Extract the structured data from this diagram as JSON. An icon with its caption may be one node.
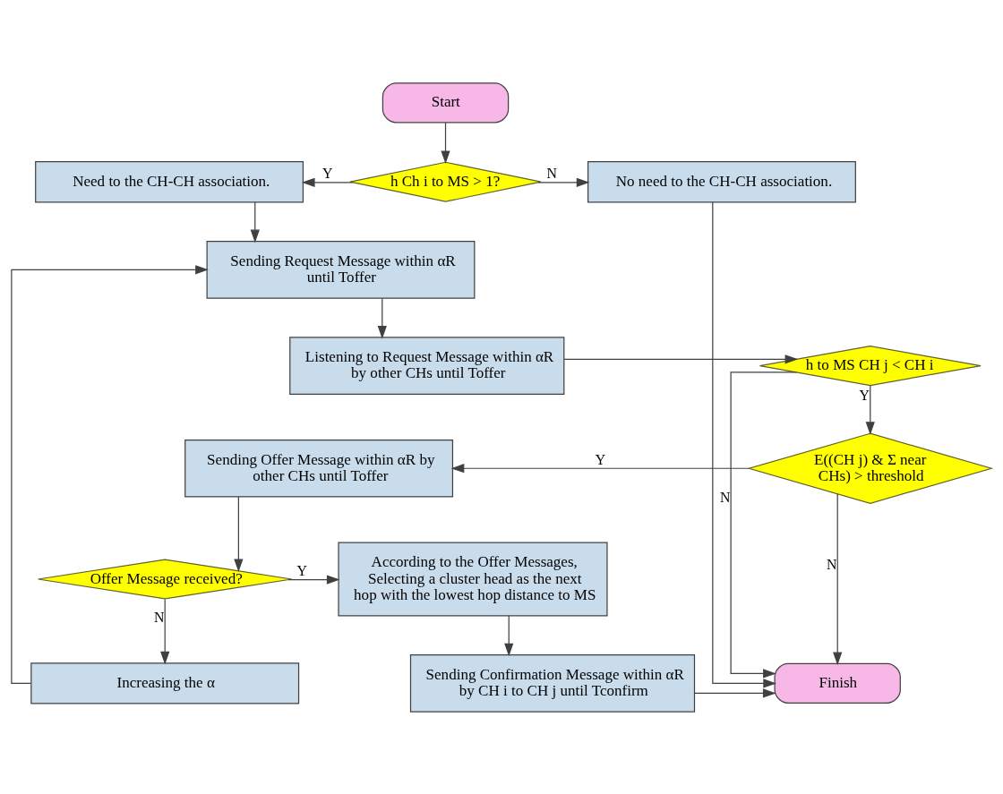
{
  "diagram": {
    "nodes": [
      {
        "text": [
          "Start"
        ]
      },
      {
        "text": [
          "h Ch i to MS > 1?"
        ]
      },
      {
        "text": [
          "Need to the CH-CH association."
        ]
      },
      {
        "text": [
          "No need to the CH-CH association."
        ]
      },
      {
        "text": [
          "Sending Request Message within αR until Toffer"
        ]
      },
      {
        "text": [
          "Listening to Request Message within αR by other CHs until Toffer"
        ]
      },
      {
        "text": [
          "h to MS CH j < CH i"
        ]
      },
      {
        "text": [
          "E((CH j) & Σ near CHs) > threshold"
        ]
      },
      {
        "text": [
          "Sending Offer Message within αR by other CHs until Toffer"
        ]
      },
      {
        "text": [
          "Offer Message received?"
        ]
      },
      {
        "text": [
          "According to the Offer Messages, Selecting a cluster head as the next hop with the lowest hop distance to MS"
        ]
      },
      {
        "text": [
          "Increasing the α"
        ]
      },
      {
        "text": [
          "Sending Confirmation Message within αR by CH i to CH j until Tconfirm"
        ]
      },
      {
        "text": [
          "Finish"
        ]
      }
    ],
    "edges": [
      {
        "from": 0,
        "to": 1,
        "arrow": "to"
      },
      {
        "from": 1,
        "to": 2,
        "arrow": "to",
        "label": "Y"
      },
      {
        "from": 1,
        "to": 3,
        "arrow": "to",
        "label": "N"
      },
      {
        "from": 2,
        "to": 4,
        "arrow": "to"
      },
      {
        "from": 4,
        "to": 5,
        "arrow": "to"
      },
      {
        "from": 5,
        "to": 6,
        "arrow": "to"
      },
      {
        "from": 6,
        "to": 13,
        "arrow": "to",
        "label": "N"
      },
      {
        "from": 6,
        "to": 7,
        "arrow": "to",
        "label": "Y"
      },
      {
        "from": 7,
        "to": 8,
        "arrow": "to",
        "label": "Y"
      },
      {
        "from": 7,
        "to": 13,
        "arrow": "to",
        "label": "N"
      },
      {
        "from": 3,
        "to": 13,
        "arrow": "to"
      },
      {
        "from": 8,
        "to": 9,
        "arrow": "to"
      },
      {
        "from": 9,
        "to": 10,
        "arrow": "to",
        "label": "Y"
      },
      {
        "from": 9,
        "to": 11,
        "arrow": "to",
        "label": "N"
      },
      {
        "from": 11,
        "to": 4,
        "arrow": "to"
      },
      {
        "from": 10,
        "to": 12,
        "arrow": "to"
      },
      {
        "from": 12,
        "to": 13,
        "arrow": "to"
      }
    ]
  }
}
